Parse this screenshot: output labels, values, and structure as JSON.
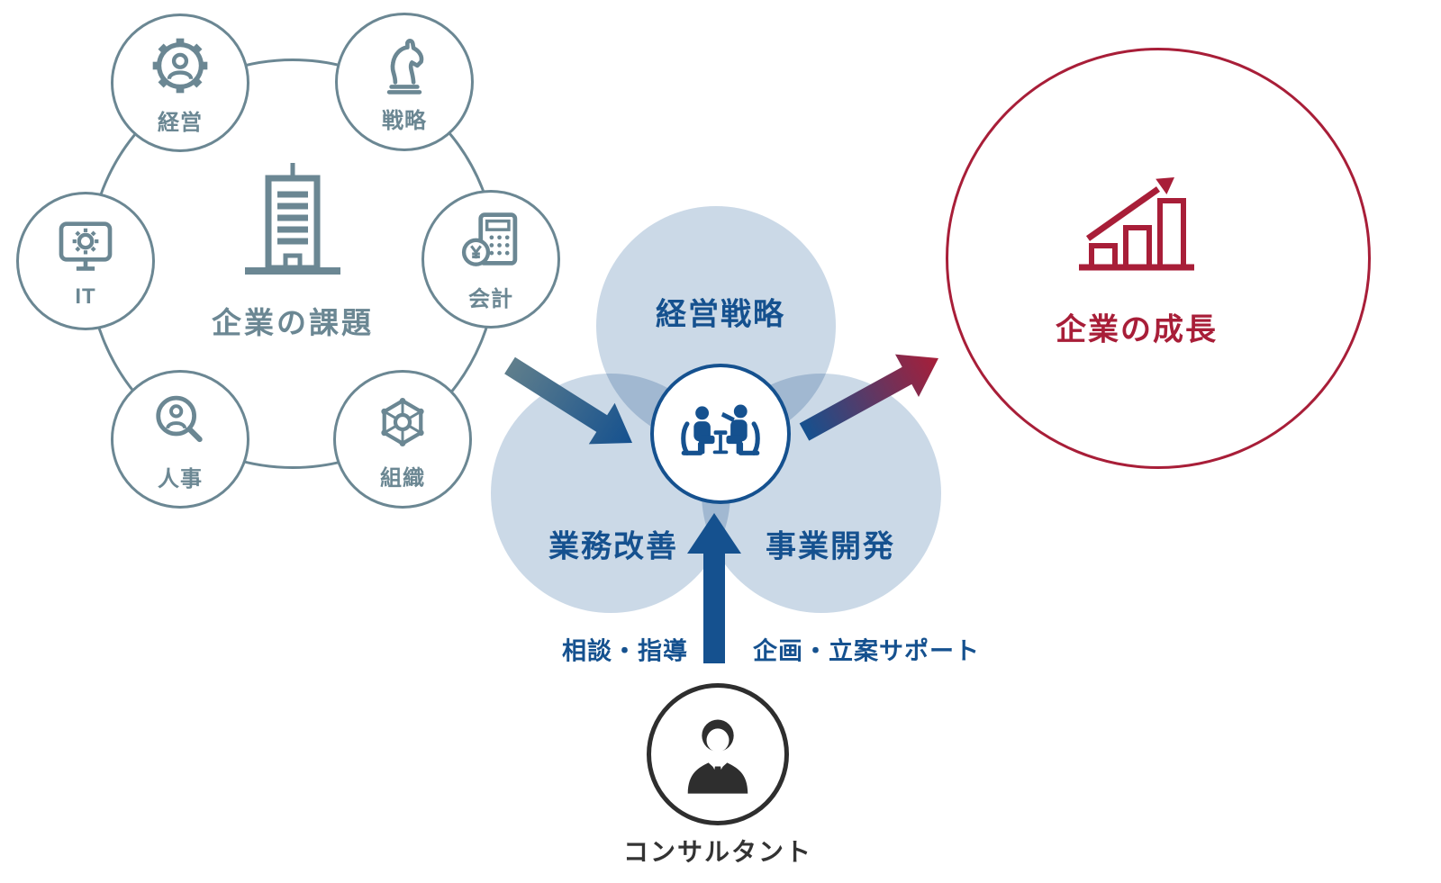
{
  "palette": {
    "slate": "#6B8793",
    "light_blue": "#CBD9E7",
    "dark_blue": "#15518F",
    "crimson": "#A81E38",
    "dark": "#2E2E2E"
  },
  "challenge": {
    "title": "企業の課題",
    "items": [
      {
        "label": "経営",
        "icon": "gear-person-icon"
      },
      {
        "label": "戦略",
        "icon": "chess-knight-icon"
      },
      {
        "label": "会計",
        "icon": "calculator-yen-icon"
      },
      {
        "label": "組織",
        "icon": "network-icon"
      },
      {
        "label": "人事",
        "icon": "person-magnifier-icon"
      },
      {
        "label": "IT",
        "icon": "monitor-gear-icon"
      }
    ]
  },
  "venn": {
    "top": "経営戦略",
    "bottom_left": "業務改善",
    "bottom_right": "事業開発"
  },
  "growth": {
    "title": "企業の成長"
  },
  "consultant": {
    "label": "コンサルタント",
    "support_left": "相談・指導",
    "support_right": "企画・立案サポート"
  }
}
